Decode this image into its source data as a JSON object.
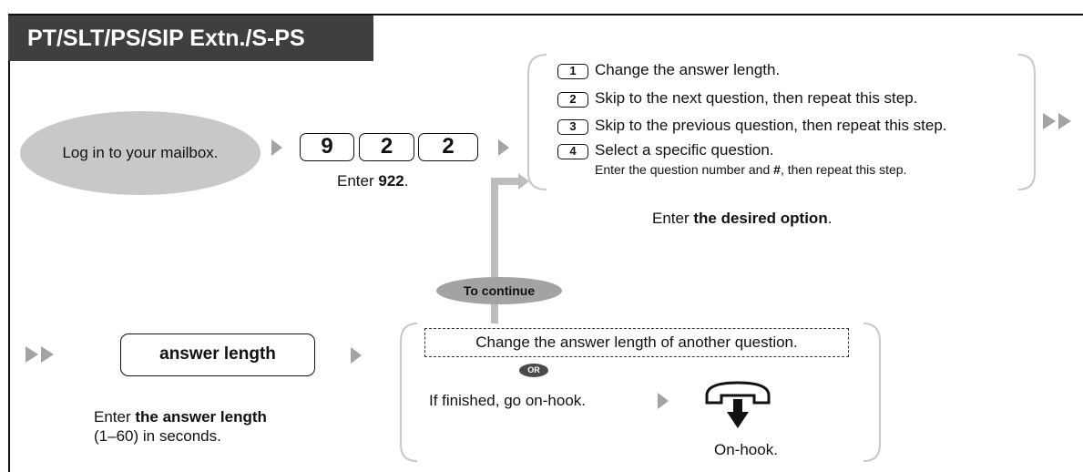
{
  "title": "PT/SLT/PS/SIP Extn./S-PS",
  "login": {
    "label": "Log in to your mailbox."
  },
  "keys": [
    "9",
    "2",
    "2"
  ],
  "enter_code": {
    "prefix": "Enter ",
    "bold": "922",
    "suffix": "."
  },
  "options": [
    {
      "key": "1",
      "text": "Change the answer length."
    },
    {
      "key": "2",
      "text": "Skip to the next question, then repeat this step."
    },
    {
      "key": "3",
      "text": "Skip to the previous question, then repeat this step."
    },
    {
      "key": "4",
      "text": "Select a specific question.",
      "sub_prefix": "Enter the question number and ",
      "sub_bold": "#",
      "sub_suffix": ", then repeat this step."
    }
  ],
  "enter_option": {
    "prefix": "Enter ",
    "bold": "the desired option",
    "suffix": "."
  },
  "to_continue": "To continue",
  "answer_length": {
    "box_label": "answer length",
    "desc_prefix": "Enter ",
    "desc_bold": "the answer length",
    "desc_line2": "(1–60) in seconds."
  },
  "change_another": "Change the answer length of another question.",
  "or_label": "OR",
  "finished": "If finished, go on-hook.",
  "on_hook": "On-hook.",
  "colors": {
    "title_bg": "#3f3f3f",
    "pill": "#c8c8c8",
    "arrow": "#a3a3a3",
    "connector": "#bdbdbd"
  }
}
